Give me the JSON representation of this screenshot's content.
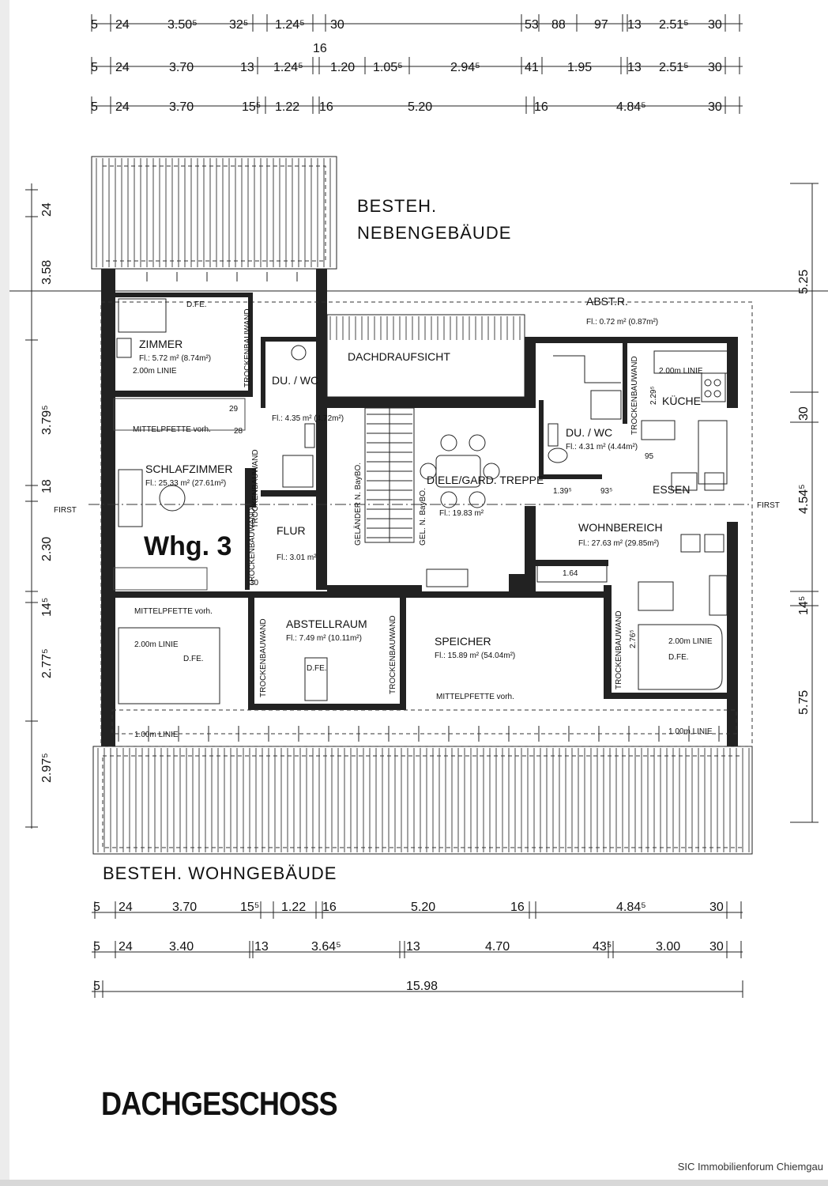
{
  "title": "DACHGESCHOSS",
  "credit": "SIC Immobilienforum Chiemgau",
  "apartment": "Whg. 3",
  "first_label": "FIRST",
  "labels": {
    "neben_1": "BESTEH.",
    "neben_2": "NEBENGEBÄUDE",
    "wohn": "BESTEH. WOHNGEBÄUDE",
    "dachdraufsicht": "DACHDRAUFSICHT",
    "abst_r": "ABST.R.",
    "abst_r_area": "Fl.: 0.72 m² (0.87m²)"
  },
  "rooms": [
    {
      "name": "ZIMMER",
      "area": "Fl.: 5.72 m² (8.74m²)"
    },
    {
      "name": "DU. / WC",
      "area": "Fl.: 4.35 m² (4.72m²)"
    },
    {
      "name": "SCHLAFZIMMER",
      "area": "Fl.: 25.33 m² (27.61m²)"
    },
    {
      "name": "FLUR",
      "area": "Fl.: 3.01 m²"
    },
    {
      "name": "DIELE/GARD. TREPPE",
      "area": "Fl.: 19.83 m²"
    },
    {
      "name": "DU. / WC",
      "area": "Fl.: 4.31 m² (4.44m²)"
    },
    {
      "name": "KÜCHE",
      "area": ""
    },
    {
      "name": "ESSEN",
      "area": ""
    },
    {
      "name": "WOHNBEREICH",
      "area": "Fl.: 27.63 m² (29.85m²)"
    },
    {
      "name": "ABSTELLRAUM",
      "area": "Fl.: 7.49 m² (10.11m²)"
    },
    {
      "name": "SPEICHER",
      "area": "Fl.: 15.89 m² (54.04m²)"
    }
  ],
  "notes": {
    "dfe": "D.FE.",
    "linie_200": "2.00m LINIE",
    "linie_100": "1.00m LINIE",
    "mittelpfette": "MITTELPFETTE vorh.",
    "trockenbauwand": "TROCKENBAUWAND",
    "gelaender": "GELÄNDER N. BayBO.",
    "gel": "GEL. N. BayBO.",
    "kueche_dim1": "2.29⁵",
    "kueche_dim2": "2.76⁵",
    "d139": "1.39⁵",
    "d93": "93⁵",
    "d95": "95",
    "d164": "1.64",
    "d28": "28",
    "d30": "30",
    "d29": "29"
  },
  "top_dims": {
    "row1": [
      "5",
      "24",
      "3.50⁵",
      "32⁵",
      "1.24⁵",
      "30",
      "53",
      "88",
      "97",
      "13",
      "2.51⁵",
      "30"
    ],
    "row1_mid": "16",
    "row2": [
      "5",
      "24",
      "3.70",
      "13",
      "1.24⁵",
      "1.20",
      "1.05⁵",
      "2.94⁵",
      "41",
      "1.95",
      "13",
      "2.51⁵",
      "30"
    ],
    "row3": [
      "5",
      "24",
      "3.70",
      "15⁵",
      "1.22",
      "16",
      "5.20",
      "16",
      "4.84⁵",
      "30"
    ]
  },
  "bottom_dims": {
    "row1": [
      "5",
      "24",
      "3.70",
      "15⁵",
      "1.22",
      "16",
      "5.20",
      "16",
      "4.84⁵",
      "30"
    ],
    "row2": [
      "5",
      "24",
      "3.40",
      "13",
      "3.64⁵",
      "13",
      "4.70",
      "43⁵",
      "3.00",
      "30"
    ],
    "row3": [
      "5",
      "15.98"
    ]
  },
  "left_dims": [
    "24",
    "3.58",
    "3.79⁵",
    "18",
    "2.30",
    "14⁵",
    "2.77⁵",
    "2.97⁵"
  ],
  "right_dims": [
    "5.25",
    "30",
    "4.54⁵",
    "14⁵",
    "5.75"
  ]
}
